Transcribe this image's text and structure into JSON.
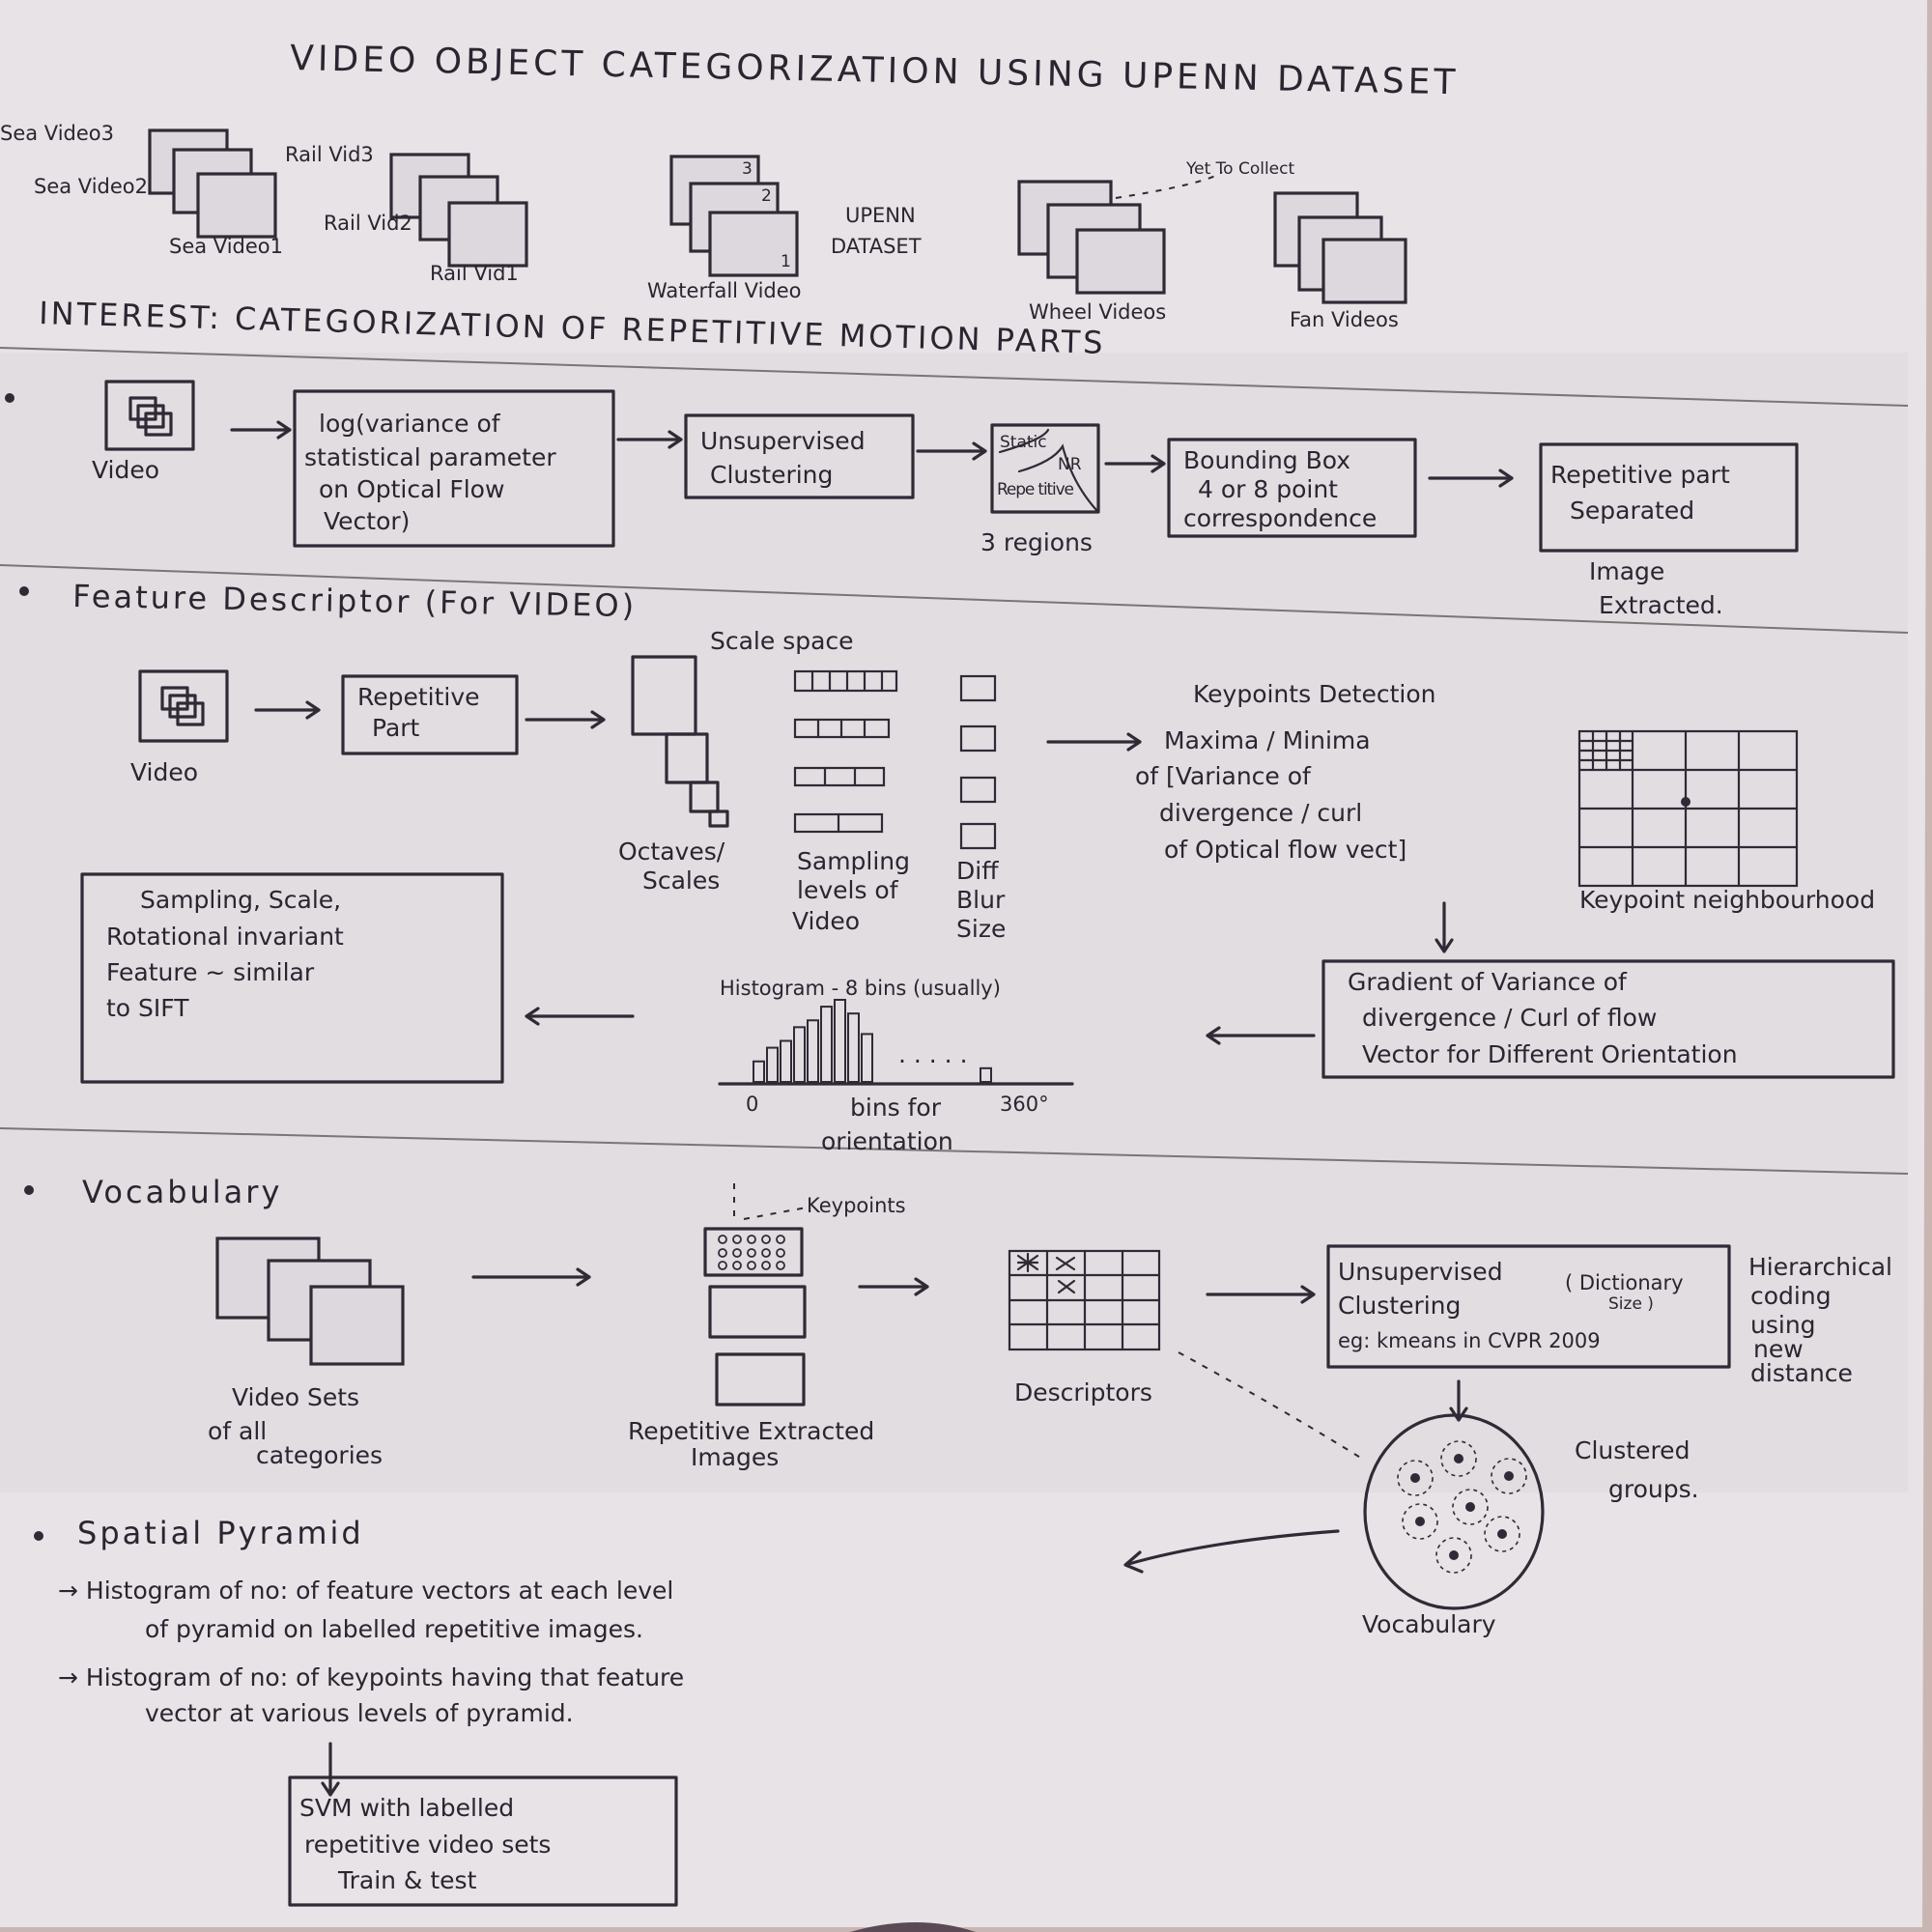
{
  "title": "VIDEO OBJECT CATEGORIZATION USING UPENN DATASET",
  "dataset": {
    "sea": [
      "Sea Video3",
      "Sea Video2",
      "Sea Video1"
    ],
    "rail": [
      "Rail Vid3",
      "Rail Vid2",
      "Rail Vid1"
    ],
    "waterfall": "Waterfall Video",
    "upenn": [
      "UPENN",
      "DATASET"
    ],
    "wheel": "Wheel Videos",
    "fan": "Fan Videos",
    "yet_to_collect": "Yet To Collect",
    "frame_numbers": [
      "3",
      "2",
      "1"
    ]
  },
  "interest": "INTEREST: CATEGORIZATION OF REPETITIVE MOTION PARTS",
  "step1": {
    "video": "Video",
    "box1": [
      "log(variance of",
      "statistical parameter",
      "on Optical Flow",
      "Vector)"
    ],
    "box2": [
      "Unsupervised",
      "Clustering"
    ],
    "regions": {
      "stat": "Static",
      "nr": "NR",
      "rep": "Repe titive",
      "caption": "3 regions"
    },
    "box3": [
      "Bounding Box",
      "4 or 8 point",
      "correspondence"
    ],
    "box4": [
      "Repetitive part",
      "Separated"
    ],
    "extracted": [
      "Image",
      "Extracted."
    ]
  },
  "feature": {
    "heading": "Feature Descriptor (For VIDEO)",
    "video": "Video",
    "repetitive_part": [
      "Repetitive",
      "Part"
    ],
    "scale_space": "Scale space",
    "octaves": [
      "Octaves/",
      "Scales"
    ],
    "sampling": [
      "Sampling",
      "levels of",
      "Video"
    ],
    "diff_blur": [
      "Diff",
      "Blur",
      "Size"
    ],
    "keypoints_title": "Keypoints Detection",
    "keypoints_lines": [
      "Maxima / Minima",
      "of [Variance of",
      "divergence / curl",
      "of Optical flow vect]"
    ],
    "neighbourhood": "Keypoint neighbourhood",
    "gradient_box": [
      "Gradient of Variance of",
      "divergence / Curl of flow",
      "Vector for Different Orientation"
    ],
    "histogram_title": "Histogram - 8 bins (usually)",
    "hist_zero": "0",
    "hist_360": "360°",
    "hist_dots": ". . . . .",
    "hist_caption": [
      "bins for",
      "orientation"
    ],
    "result_box": [
      "Sampling, Scale,",
      "Rotational invariant",
      "Feature ~ similar",
      "to SIFT"
    ]
  },
  "vocabulary": {
    "heading": "Vocabulary",
    "video_sets": [
      "Video Sets",
      "of all",
      "categories"
    ],
    "keypoints": "Keypoints",
    "extracted": [
      "Repetitive Extracted",
      "Images"
    ],
    "descriptors": "Descriptors",
    "clustering_box": [
      "Unsupervised",
      "Clustering",
      "( Dictionary",
      "Size )",
      "eg: kmeans in CVPR 2009"
    ],
    "side_note": [
      "Hierarchical",
      "coding",
      "using",
      "new",
      "distance"
    ],
    "clustered": [
      "Clustered",
      "groups."
    ],
    "vocab_label": "Vocabulary"
  },
  "pyramid": {
    "heading": "Spatial Pyramid",
    "line1": [
      "→  Histogram of no: of feature vectors at each level",
      "of pyramid on labelled repetitive images."
    ],
    "line2": [
      "→  Histogram of no: of keypoints having that feature",
      "vector at various levels of pyramid."
    ],
    "svm_box": [
      "SVM with labelled",
      "repetitive video sets",
      "Train & test"
    ]
  },
  "histogram": {
    "bins": [
      3,
      5,
      6,
      8,
      9,
      11,
      12,
      10,
      7,
      2
    ],
    "max": 12
  },
  "colors": {
    "paper": "#e7e3e6",
    "paper_band": "#ddd9de",
    "ink": "#2f2a35",
    "background": "#b9b3b5"
  }
}
